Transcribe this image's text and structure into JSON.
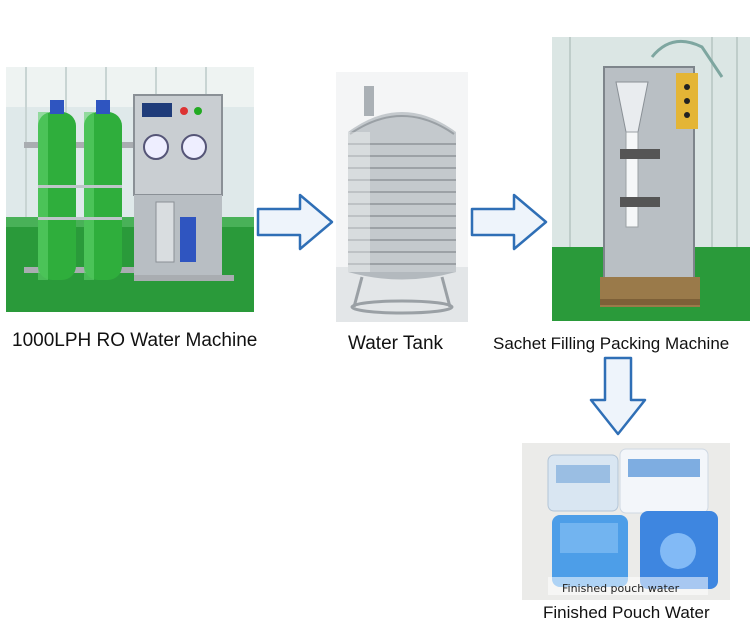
{
  "steps": [
    {
      "caption": "1000LPH RO Water Machine"
    },
    {
      "caption": "Water Tank"
    },
    {
      "caption": "Sachet Filling Packing Machine"
    },
    {
      "caption": "Finished Pouch Water"
    }
  ],
  "overlay_text": "Finished pouch water",
  "colors": {
    "arrow_fill": "#eef4fb",
    "arrow_stroke": "#2f6fb6",
    "floor": "#2a9a3a",
    "filter": "#2fae3c"
  }
}
